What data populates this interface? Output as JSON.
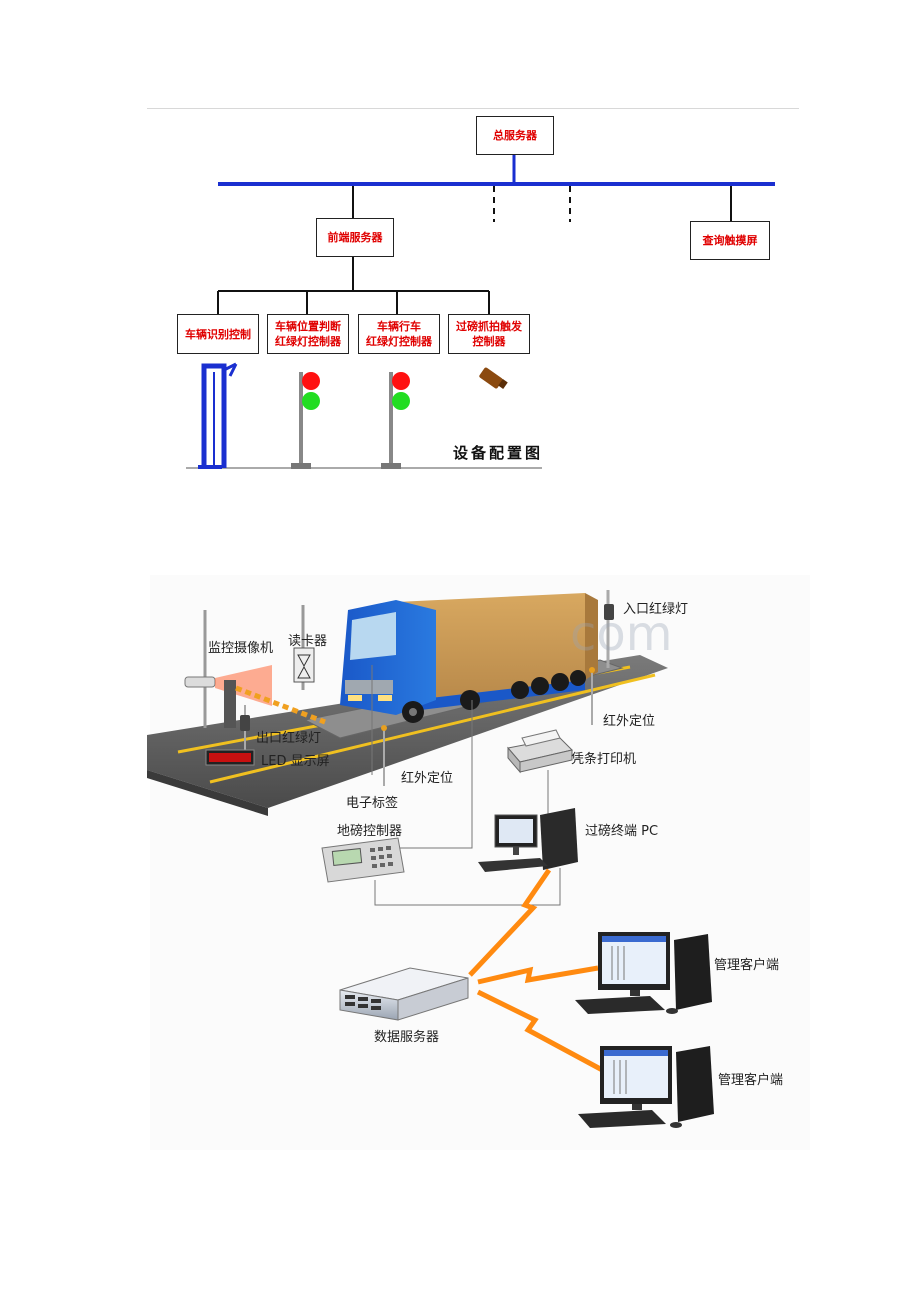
{
  "top_diagram": {
    "main_server": "总服务器",
    "front_server": "前端服务器",
    "query_screen": "查询触摸屏",
    "controllers": [
      {
        "line1": "车辆识别控制",
        "line2": ""
      },
      {
        "line1": "车辆位置判断",
        "line2": "红绿灯控制器"
      },
      {
        "line1": "车辆行车",
        "line2": "红绿灯控制器"
      },
      {
        "line1": "过磅抓拍触发",
        "line2": "控制器"
      }
    ],
    "caption": "设备配置图",
    "colors": {
      "bus": "#1a2fd0",
      "label": "#e00000",
      "light_red": "#ff1010",
      "light_green": "#22dd22"
    }
  },
  "bottom_diagram": {
    "labels": {
      "camera": "监控摄像机",
      "card_reader": "读卡器",
      "entry_light": "入口红绿灯",
      "ir_1": "红外定位",
      "exit_light": "出口红绿灯",
      "led_screen": "LED 显示屏",
      "ir_2": "红外定位",
      "rfid_tag": "电子标签",
      "printer": "凭条打印机",
      "scale_controller": "地磅控制器",
      "weigh_pc": "过磅终端 PC",
      "data_server": "数据服务器",
      "client_1": "管理客户端",
      "client_2": "管理客户端"
    },
    "watermark": "com"
  }
}
